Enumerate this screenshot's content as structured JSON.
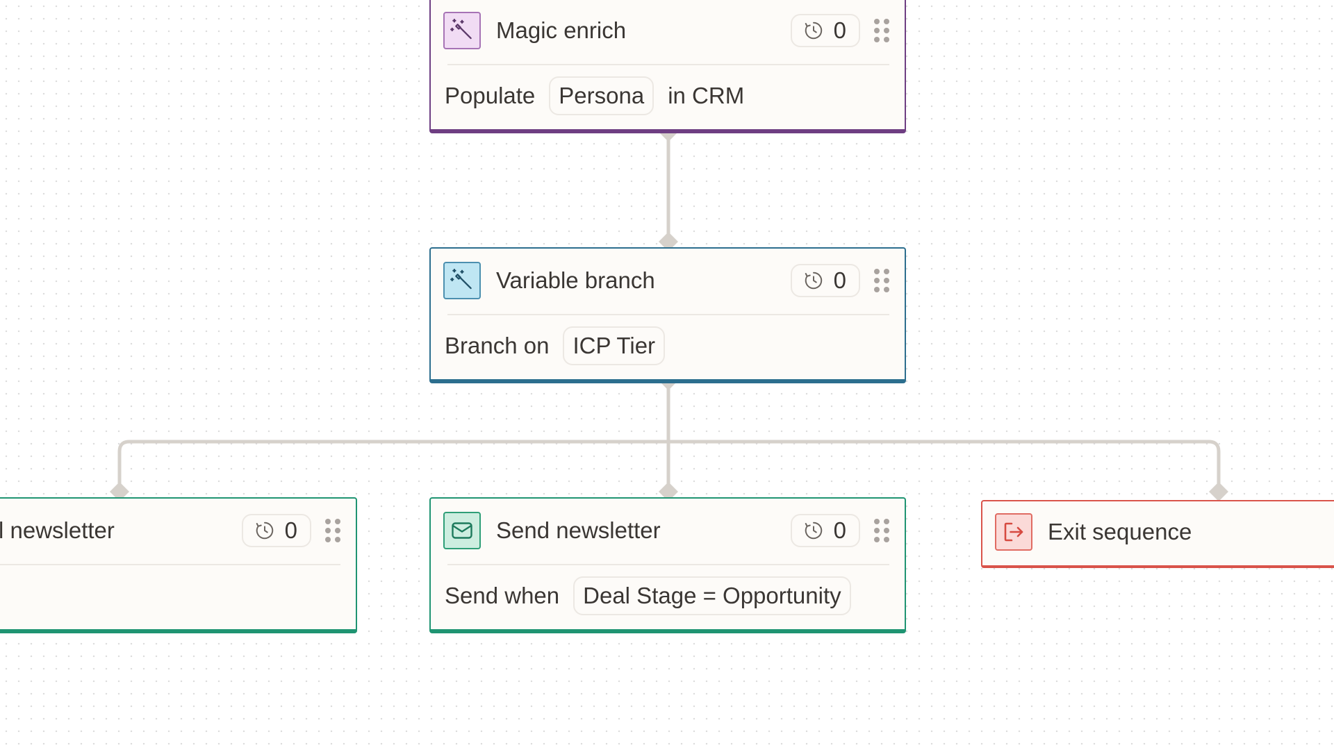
{
  "nodes": {
    "magic_enrich": {
      "title": "Magic enrich",
      "icon": "magic-wand-icon",
      "accent": "#6e3e82",
      "counter": "0",
      "body_prefix": "Populate",
      "body_chip": "Persona",
      "body_suffix": "in CRM"
    },
    "variable_branch": {
      "title": "Variable branch",
      "icon": "magic-wand-icon",
      "accent": "#2c6e8e",
      "counter": "0",
      "body_prefix": "Branch on",
      "body_chip": "ICP Tier"
    },
    "left_newsletter": {
      "title": "l newsletter",
      "accent": "#1f9472",
      "counter": "0"
    },
    "send_newsletter": {
      "title": "Send newsletter",
      "icon": "envelope-icon",
      "accent": "#1f9472",
      "counter": "0",
      "body_prefix": "Send when",
      "body_chip": "Deal Stage = Opportunity"
    },
    "exit_sequence": {
      "title": "Exit sequence",
      "icon": "exit-icon",
      "accent": "#d9534a"
    }
  },
  "colors": {
    "connector": "#d6d1cb",
    "canvas_dot": "#dcdcdc"
  }
}
